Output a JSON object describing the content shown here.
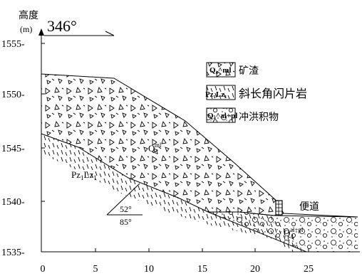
{
  "axis": {
    "y_title": "高度",
    "y_unit": "(m)",
    "y_ticks": [
      "1555-",
      "1550-",
      "1545-",
      "1540-",
      "1535-"
    ],
    "x_ticks": [
      "0",
      "5",
      "10",
      "15",
      "20",
      "25"
    ]
  },
  "direction": {
    "label": "346°"
  },
  "legend": {
    "items": [
      {
        "symbol": "Q₄^ml",
        "text": "矿渣"
      },
      {
        "symbol": "Pz₁Lz₁",
        "text": "斜长角闪片岩"
      },
      {
        "symbol": "Q₄^al+pl",
        "text": "冲洪积物"
      }
    ]
  },
  "labels": {
    "slag_unit": "Q",
    "slag_sub": "4",
    "slag_sup": "ml",
    "rock_unit": "Pz",
    "rock_sub1": "1",
    "rock_mid": "Lz",
    "rock_sub2": "1",
    "alluvium_unit": "Q",
    "alluvium_sub": "4",
    "alluvium_sup": "al+pl",
    "road": "便道",
    "dip_top": "52°",
    "dip_bottom": "85°"
  },
  "colors": {
    "ink": "#000000",
    "paper": "#ffffff"
  }
}
